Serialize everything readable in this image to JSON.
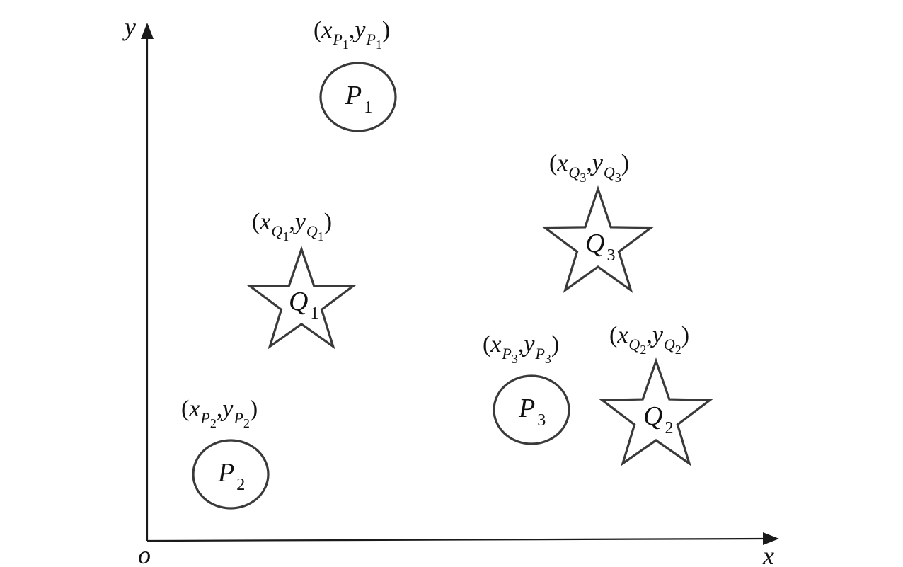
{
  "axes": {
    "x_label": "x",
    "y_label": "y",
    "origin_label": "o"
  },
  "nodes": [
    {
      "id": "P1",
      "shape": "circle",
      "letter": "P",
      "index": "1"
    },
    {
      "id": "P2",
      "shape": "circle",
      "letter": "P",
      "index": "2"
    },
    {
      "id": "P3",
      "shape": "circle",
      "letter": "P",
      "index": "3"
    },
    {
      "id": "Q1",
      "shape": "star",
      "letter": "Q",
      "index": "1"
    },
    {
      "id": "Q2",
      "shape": "star",
      "letter": "Q",
      "index": "2"
    },
    {
      "id": "Q3",
      "shape": "star",
      "letter": "Q",
      "index": "3"
    }
  ],
  "coord_labels": [
    {
      "node": "P1",
      "open": "(",
      "x": "x",
      "comma": ",",
      "y": "y",
      "sub_letter": "P",
      "sub_index": "1",
      "close": ")"
    },
    {
      "node": "Q3",
      "open": "(",
      "x": "x",
      "comma": ",",
      "y": "y",
      "sub_letter": "Q",
      "sub_index": "3",
      "close": ")"
    },
    {
      "node": "Q1",
      "open": "(",
      "x": "x",
      "comma": ",",
      "y": "y",
      "sub_letter": "Q",
      "sub_index": "1",
      "close": ")"
    },
    {
      "node": "P3",
      "open": "(",
      "x": "x",
      "comma": ",",
      "y": "y",
      "sub_letter": "P",
      "sub_index": "3",
      "close": ")"
    },
    {
      "node": "Q2",
      "open": "(",
      "x": "x",
      "comma": ",",
      "y": "y",
      "sub_letter": "Q",
      "sub_index": "2",
      "close": ")"
    },
    {
      "node": "P2",
      "open": "(",
      "x": "x",
      "comma": ",",
      "y": "y",
      "sub_letter": "P",
      "sub_index": "2",
      "close": ")"
    }
  ],
  "colors": {
    "stroke": "#3a3a3a",
    "text": "#111111",
    "background": "#ffffff"
  }
}
